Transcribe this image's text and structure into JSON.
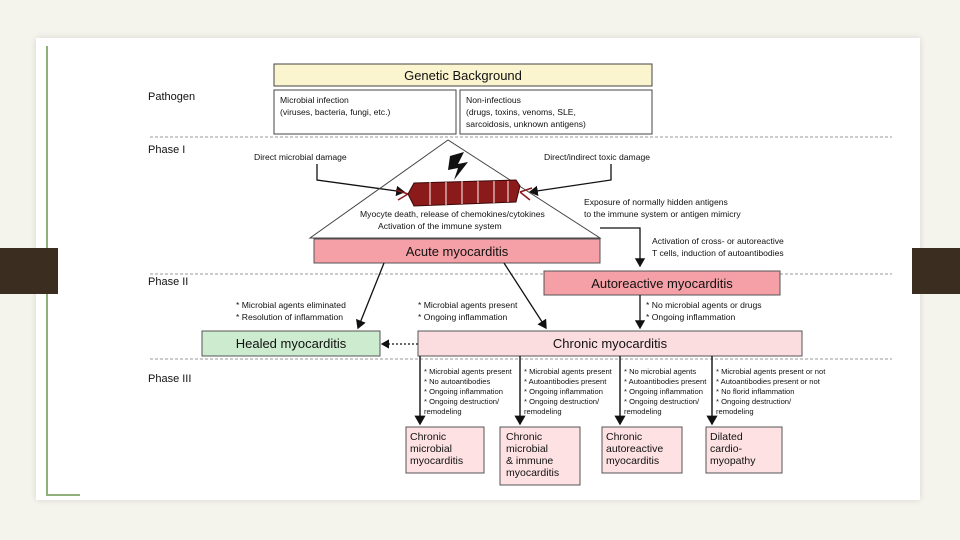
{
  "diagram": {
    "phases": [
      "Pathogen",
      "Phase I",
      "Phase II",
      "Phase III"
    ],
    "genetic_background": "Genetic Background",
    "microbial_infection": [
      "Microbial infection",
      "(viruses, bacteria, fungi, etc.)"
    ],
    "non_infectious": [
      "Non-infectious",
      "(drugs, toxins, venoms, SLE,",
      "sarcoidosis, unknown antigens)"
    ],
    "direct_microbial_damage": "Direct microbial damage",
    "direct_indirect_toxic_damage": "Direct/indirect toxic damage",
    "myocyte_death": [
      "Myocyte death, release of chemokines/cytokines",
      "Activation of the immune system"
    ],
    "exposure_antigens": [
      "Exposure of normally hidden antigens",
      "to the immune system or antigen mimicry"
    ],
    "acute_myocarditis": "Acute myocarditis",
    "activation_cross": [
      "Activation of cross- or autoreactive",
      "T cells, induction of autoantibodies"
    ],
    "autoreactive_myocarditis": "Autoreactive myocarditis",
    "left_bullets": [
      "* Microbial agents eliminated",
      "* Resolution of inflammation"
    ],
    "mid_bullets": [
      "* Microbial agents present",
      "* Ongoing inflammation"
    ],
    "right_bullets": [
      "* No microbial agents or drugs",
      "* Ongoing inflammation"
    ],
    "healed_myocarditis": "Healed myocarditis",
    "chronic_myocarditis": "Chronic myocarditis",
    "outcomes": [
      {
        "bullets": [
          "* Microbial agents present",
          "* No autoantibodies",
          "* Ongoing inflammation",
          "* Ongoing destruction/",
          "  remodeling"
        ],
        "box": [
          "Chronic",
          "microbial",
          "myocarditis"
        ]
      },
      {
        "bullets": [
          "* Microbial agents present",
          "* Autoantibodies present",
          "* Ongoing inflammation",
          "* Ongoing destruction/",
          "  remodeling"
        ],
        "box": [
          "Chronic",
          "microbial",
          "& immune",
          "myocarditis"
        ]
      },
      {
        "bullets": [
          "* No microbial agents",
          "* Autoantibodies present",
          "* Ongoing inflammation",
          "* Ongoing destruction/",
          "  remodeling"
        ],
        "box": [
          "Chronic",
          "autoreactive",
          "myocarditis"
        ]
      },
      {
        "bullets": [
          "* Microbial agents present or not",
          "* Autoantibodies present or not",
          "* No florid inflammation",
          "* Ongoing destruction/",
          "  remodeling"
        ],
        "box": [
          "Dilated",
          "cardio-",
          "myopathy"
        ]
      }
    ],
    "colors": {
      "genetic": "#fbf5cf",
      "acute": "#f4a0a6",
      "chronic": "#fbdde0",
      "healed": "#cdeccf",
      "outcome": "#fde1e3",
      "myocyte": "#8b1a1a"
    }
  }
}
